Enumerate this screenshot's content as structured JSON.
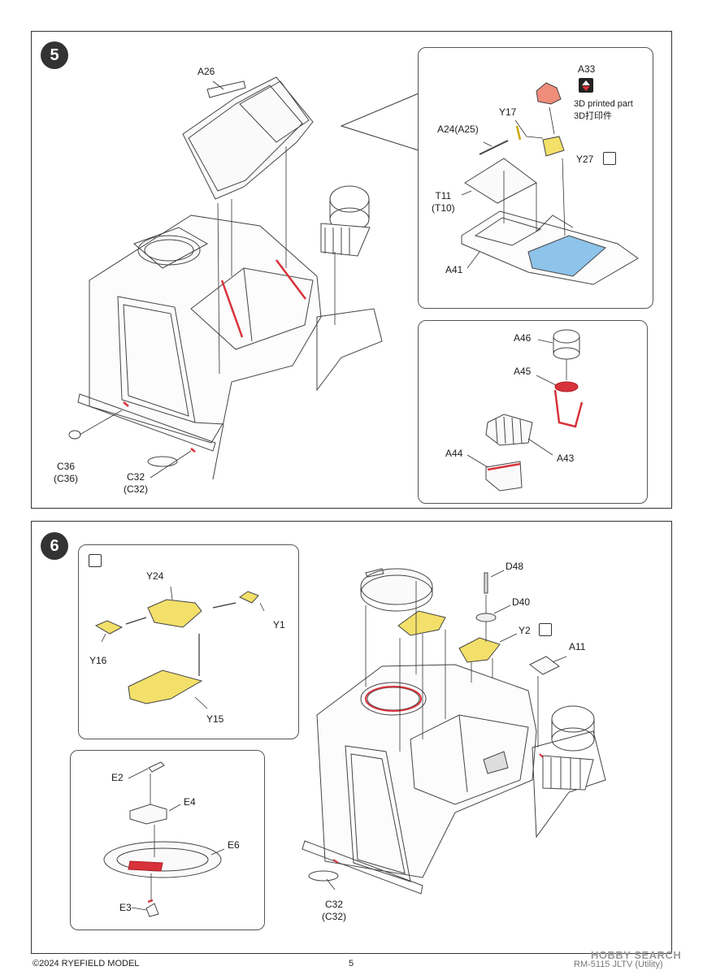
{
  "steps": [
    {
      "number": "5",
      "labels": {
        "a26": "A26",
        "c36": "C36",
        "c36_alt": "(C36)",
        "c32": "C32",
        "c32_alt": "(C32)"
      },
      "inset_top": {
        "a33": "A33",
        "printed_en": "3D printed part",
        "printed_cn": "3D打印件",
        "y17": "Y17",
        "a24": "A24(A25)",
        "y27": "Y27",
        "t11": "T11",
        "t10": "(T10)",
        "a41": "A41"
      },
      "inset_bottom": {
        "a46": "A46",
        "a45": "A45",
        "a43": "A43",
        "a44": "A44"
      }
    },
    {
      "number": "6",
      "labels": {
        "d48": "D48",
        "d40": "D40",
        "y2": "Y2",
        "a11": "A11",
        "c32": "C32",
        "c32_alt": "(C32)"
      },
      "inset_top": {
        "y24": "Y24",
        "y1": "Y1",
        "y16": "Y16",
        "y15": "Y15"
      },
      "inset_bottom": {
        "e2": "E2",
        "e4": "E4",
        "e6": "E6",
        "e3": "E3"
      }
    }
  ],
  "footer": {
    "copyright": "©2024 RYEFIELD MODEL",
    "page": "5",
    "model": "RM-5115 JLTV (Utility)",
    "watermark": "HOBBY SEARCH"
  },
  "colors": {
    "yellow_part": "#f3e06a",
    "red_part": "#d8323a",
    "blue_part": "#8ec3ea",
    "salmon_part": "#ef8c7a",
    "line": "#444444"
  }
}
